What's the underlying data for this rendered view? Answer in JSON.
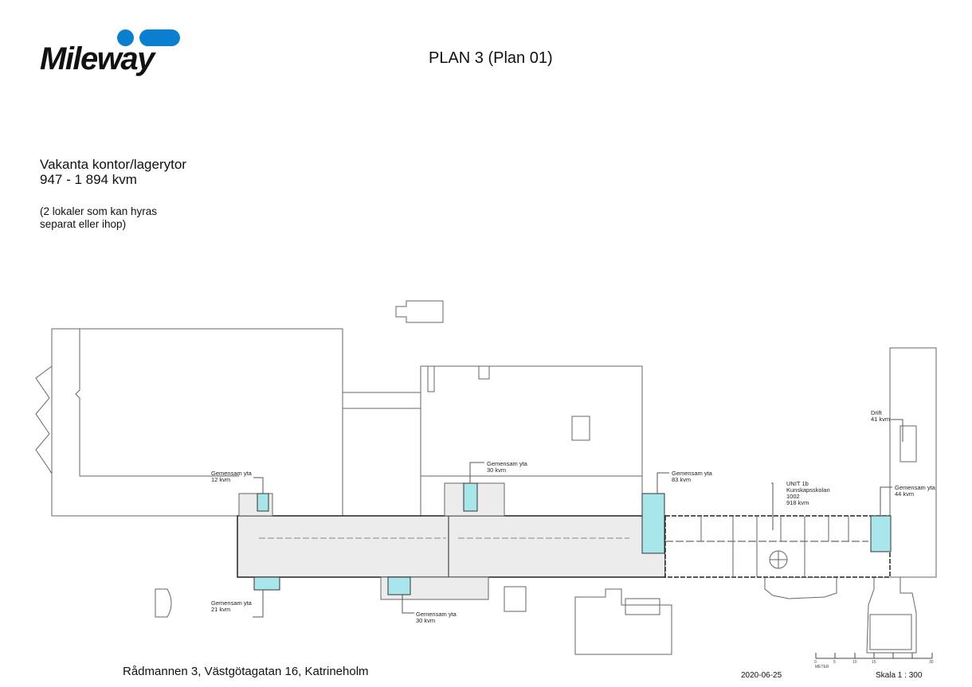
{
  "logo": {
    "text": "Mileway",
    "color": "#0a7fd0"
  },
  "title": "PLAN 3 (Plan 01)",
  "heading": {
    "line1": "Vakanta kontor/lagerytor",
    "line2": "947 - 1 894 kvm"
  },
  "subheading": {
    "line1": "(2 lokaler som kan hyras",
    "line2": "separat eller ihop)"
  },
  "plan_labels": [
    {
      "name": "Gemensam yta",
      "area": "12 kvm"
    },
    {
      "name": "Gemensam yta",
      "area": "30 kvm"
    },
    {
      "name": "Gemensam yta",
      "area": "83 kvm"
    },
    {
      "name": "Gemensam yta",
      "area": "44 kvm"
    },
    {
      "name": "Gemensam yta",
      "area": "21 kvm"
    },
    {
      "name": "Gemensam yta",
      "area": "30 kvm"
    },
    {
      "name": "Drift",
      "area": "41 kvm"
    }
  ],
  "unit": {
    "line1": "UNIT 1b",
    "line2": "Kunskapsskolan",
    "line3": "1002",
    "line4": "918 kvm"
  },
  "scale_bar": {
    "ticks": [
      "0",
      "5",
      "10",
      "15",
      "30"
    ],
    "unit": "METER"
  },
  "footer": {
    "address": "Rådmannen 3, Västgötagatan 16, Katrineholm",
    "date": "2020-06-25",
    "scale": "Skala 1 : 300"
  },
  "colors": {
    "common_area": "#a8e6ec",
    "vacant": "#ececec",
    "line": "#555555"
  }
}
